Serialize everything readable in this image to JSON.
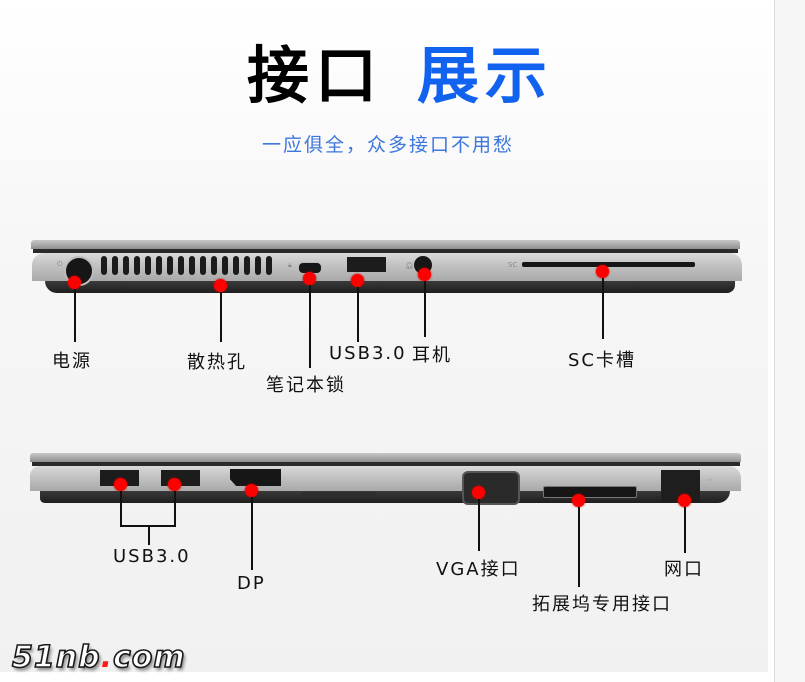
{
  "header": {
    "title_part1": "接口",
    "title_part2": "展示",
    "subtitle": "一应俱全，众多接口不用愁",
    "colors": {
      "title_black": "#000000",
      "title_blue": "#1262f0",
      "subtitle_blue": "#3c77dd"
    }
  },
  "left_side": {
    "callouts": [
      {
        "id": "power",
        "label": "电源"
      },
      {
        "id": "vent",
        "label": "散热孔"
      },
      {
        "id": "lock",
        "label": "笔记本锁"
      },
      {
        "id": "usb",
        "label": "USB3.0"
      },
      {
        "id": "headphone",
        "label": "耳机"
      },
      {
        "id": "sc",
        "label": "SC卡槽"
      }
    ],
    "engraving": {
      "sc": "SC"
    }
  },
  "right_side": {
    "callouts": [
      {
        "id": "usb",
        "label": "USB3.0"
      },
      {
        "id": "dp",
        "label": "DP"
      },
      {
        "id": "vga",
        "label": "VGA接口"
      },
      {
        "id": "dock",
        "label": "拓展坞专用接口"
      },
      {
        "id": "lan",
        "label": "网口"
      }
    ]
  },
  "marker_color": "#ff0000",
  "watermark": {
    "text_pre": "51nb",
    "dot": ".",
    "text_post": "com"
  }
}
